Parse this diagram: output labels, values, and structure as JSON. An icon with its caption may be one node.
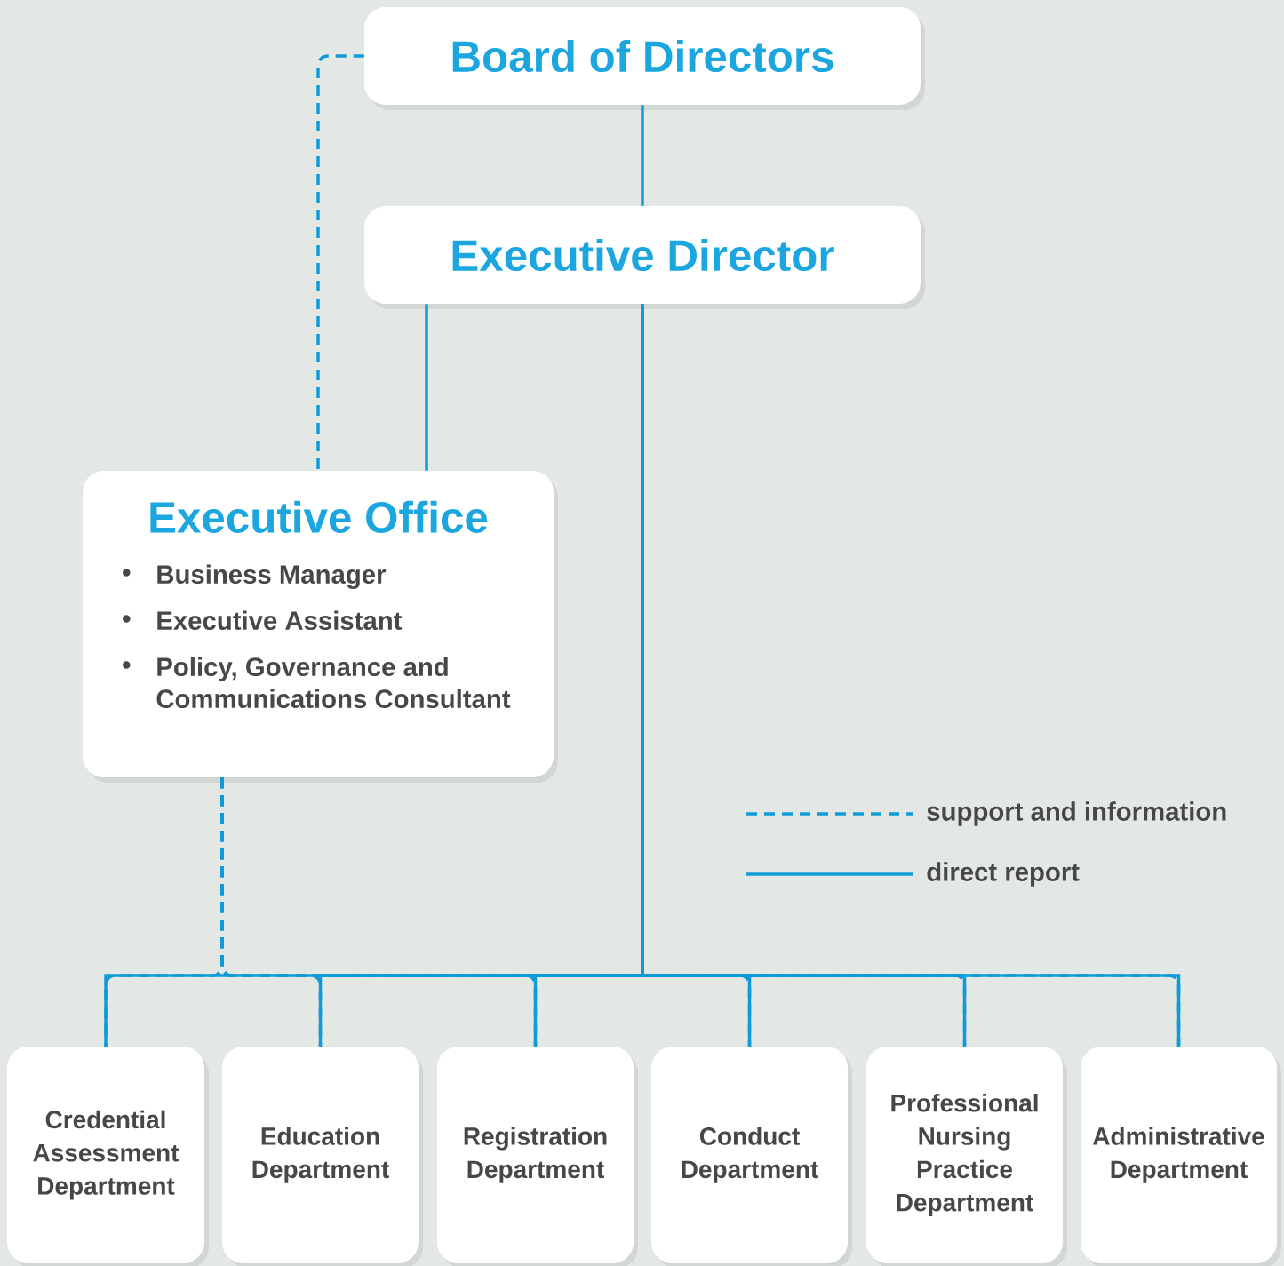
{
  "diagram": {
    "nodes": [
      {
        "text": [
          "Board of Directors"
        ]
      },
      {
        "text": [
          "Executive Director"
        ]
      },
      {
        "text": [
          "Executive Office",
          "Business Manager",
          "Executive Assistant",
          "Policy, Governance and Communications Consultant"
        ]
      },
      {
        "text": [
          "Credential Assessment Department"
        ]
      },
      {
        "text": [
          "Education Department"
        ]
      },
      {
        "text": [
          "Registration Department"
        ]
      },
      {
        "text": [
          "Conduct Department"
        ]
      },
      {
        "text": [
          "Professional Nursing Practice Department"
        ]
      },
      {
        "text": [
          "Administrative Department"
        ]
      }
    ],
    "edges": [
      {
        "from": 0,
        "to": 1,
        "arrow": "none"
      },
      {
        "from": 0,
        "to": 2,
        "arrow": "none",
        "style": "dashed"
      },
      {
        "from": 1,
        "to": 2,
        "arrow": "none"
      },
      {
        "from": 2,
        "to": 3,
        "arrow": "none",
        "style": "dashed"
      },
      {
        "from": 2,
        "to": 4,
        "arrow": "none",
        "style": "dashed"
      },
      {
        "from": 2,
        "to": 5,
        "arrow": "none",
        "style": "dashed"
      },
      {
        "from": 2,
        "to": 6,
        "arrow": "none",
        "style": "dashed"
      },
      {
        "from": 2,
        "to": 7,
        "arrow": "none",
        "style": "dashed"
      },
      {
        "from": 2,
        "to": 8,
        "arrow": "none",
        "style": "dashed"
      },
      {
        "from": 1,
        "to": 3,
        "arrow": "none"
      },
      {
        "from": 1,
        "to": 4,
        "arrow": "none"
      },
      {
        "from": 1,
        "to": 5,
        "arrow": "none"
      },
      {
        "from": 1,
        "to": 6,
        "arrow": "none"
      },
      {
        "from": 1,
        "to": 7,
        "arrow": "none"
      },
      {
        "from": 1,
        "to": 8,
        "arrow": "none"
      }
    ],
    "legend": [
      {
        "text": "support and information"
      },
      {
        "text": "direct report"
      }
    ]
  }
}
